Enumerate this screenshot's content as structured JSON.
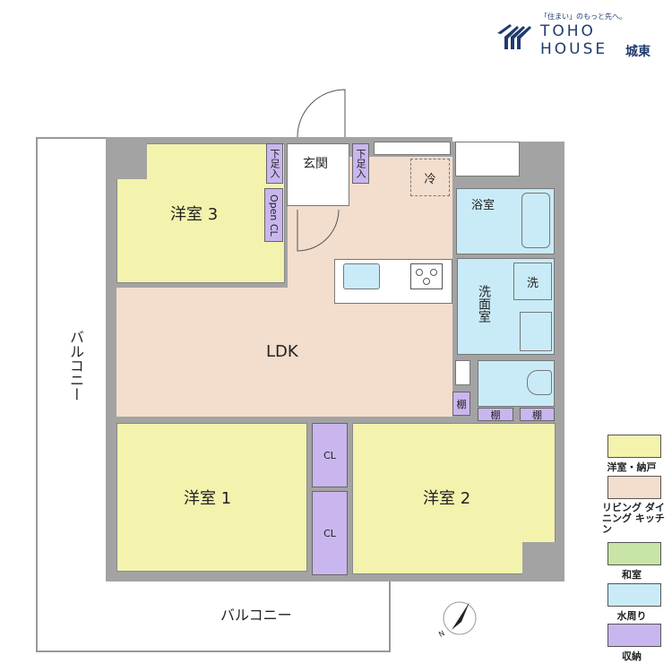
{
  "logo": {
    "tagline": "「住まい」のもっと先へ。",
    "line1": "TOHO",
    "line2": "HOUSE",
    "branch": "城東",
    "color": "#1f3a6e"
  },
  "rooms": {
    "western3": "洋室 3",
    "western1": "洋室 1",
    "western2": "洋室 2",
    "ldk": "LDK",
    "entrance": "玄関",
    "shoe1": "下足入",
    "shoe2": "下足入",
    "open_cl": "Open CL",
    "fridge": "冷",
    "bath": "浴室",
    "washroom": "洗面室",
    "washer": "洗",
    "cl1": "CL",
    "cl2": "CL",
    "shelf1": "棚",
    "shelf2": "棚",
    "shelf3": "棚",
    "balcony_side": "バルコニー",
    "balcony_bottom": "バルコニー"
  },
  "compass": {
    "label": "N"
  },
  "legend": [
    {
      "label": "洋室・納戸",
      "color": "#f3f3ae"
    },
    {
      "label": "リビング ダイニング キッチン",
      "color": "#f3ddcc"
    },
    {
      "label": "和室",
      "color": "#c8e4a6"
    },
    {
      "label": "水周り",
      "color": "#c9ebf8"
    },
    {
      "label": "収納",
      "color": "#c9b6ee"
    }
  ]
}
